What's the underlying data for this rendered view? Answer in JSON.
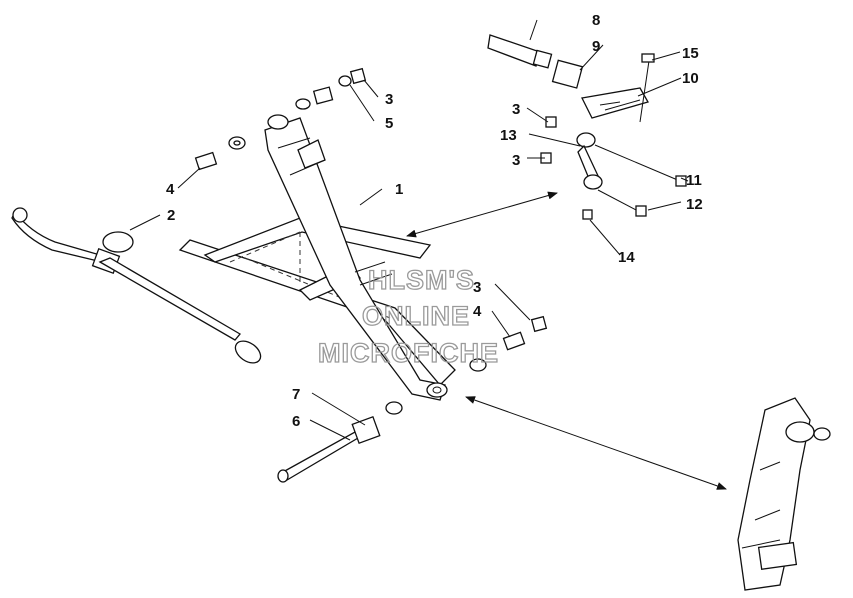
{
  "callouts": [
    {
      "id": "c1",
      "text": "1"
    },
    {
      "id": "c2",
      "text": "2"
    },
    {
      "id": "c3a",
      "text": "3"
    },
    {
      "id": "c3b",
      "text": "3"
    },
    {
      "id": "c3c",
      "text": "3"
    },
    {
      "id": "c3d",
      "text": "3"
    },
    {
      "id": "c4a",
      "text": "4"
    },
    {
      "id": "c4b",
      "text": "4"
    },
    {
      "id": "c5",
      "text": "5"
    },
    {
      "id": "c6",
      "text": "6"
    },
    {
      "id": "c7",
      "text": "7"
    },
    {
      "id": "c8",
      "text": "8"
    },
    {
      "id": "c9",
      "text": "9"
    },
    {
      "id": "c10",
      "text": "10"
    },
    {
      "id": "c11",
      "text": "11"
    },
    {
      "id": "c12",
      "text": "12"
    },
    {
      "id": "c13",
      "text": "13"
    },
    {
      "id": "c14",
      "text": "14"
    },
    {
      "id": "c15",
      "text": "15"
    }
  ],
  "watermark": {
    "line1": "HLSM'S",
    "line2": "ONLINE",
    "line3": "MICROFICHE"
  }
}
